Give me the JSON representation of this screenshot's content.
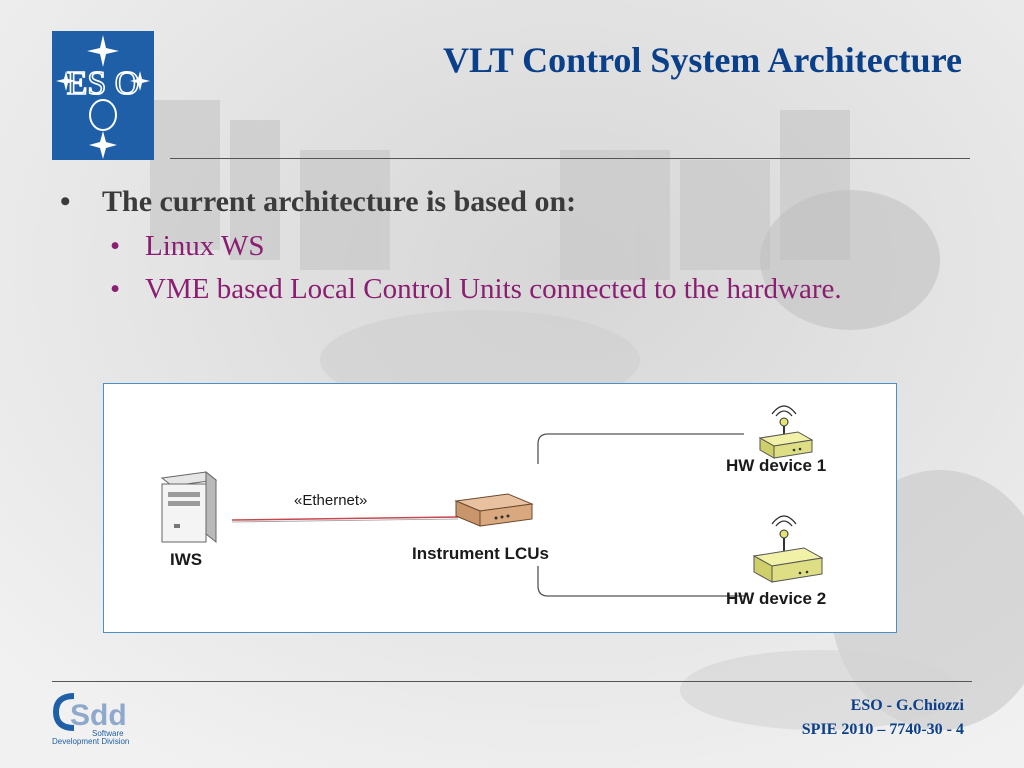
{
  "slide": {
    "title": "VLT Control System Architecture",
    "bullet_main": "The current architecture is based on:",
    "sub_bullets": [
      "Linux WS",
      "VME based Local Control Units connected to the hardware."
    ]
  },
  "logo": {
    "eso_text": "ES O",
    "sdd_text": "Sdd",
    "sdd_sub1": "Software",
    "sdd_sub2": "Development Division"
  },
  "diagram": {
    "nodes": {
      "iws": "IWS",
      "lcu": "Instrument LCUs",
      "hw1": "HW device 1",
      "hw2": "HW device 2"
    },
    "link_label": "«Ethernet»"
  },
  "footer": {
    "line1": "ESO - G.Chiozzi",
    "line2": "SPIE 2010 – 7740-30 - 4"
  },
  "colors": {
    "title": "#0a3f8a",
    "sub_bullet": "#8b1e72",
    "main_bullet": "#3b3b3b",
    "eso_blue": "#1f5fa8"
  }
}
